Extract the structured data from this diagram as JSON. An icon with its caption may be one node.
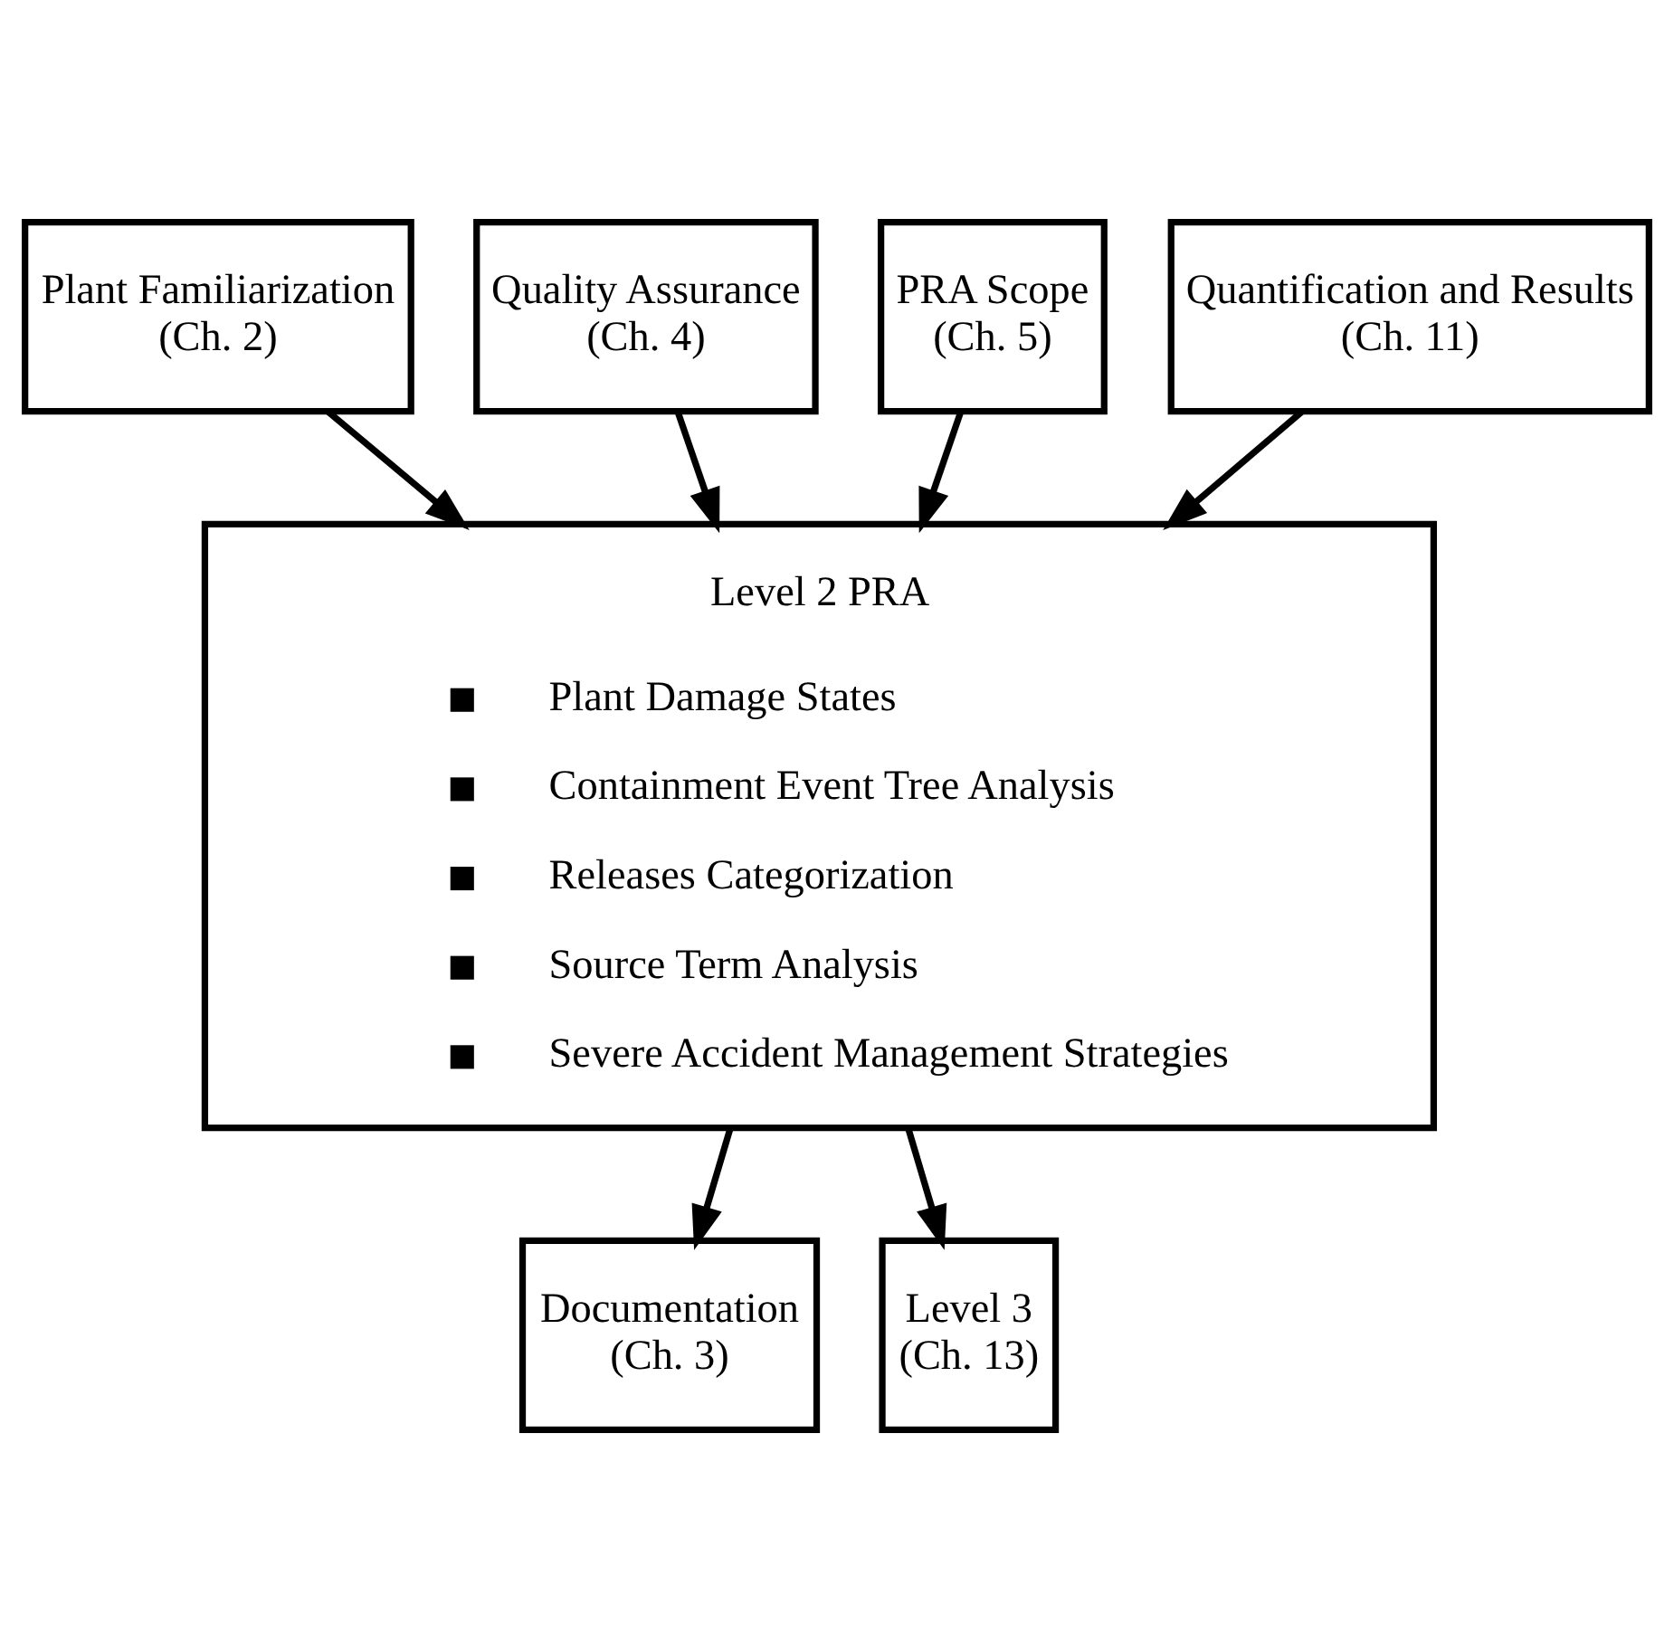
{
  "diagram": {
    "nodes": [
      {
        "text": [
          "Plant Familiarization",
          "(Ch. 2)"
        ]
      },
      {
        "text": [
          "Quality Assurance",
          "(Ch. 4)"
        ]
      },
      {
        "text": [
          "PRA Scope",
          "(Ch. 5)"
        ]
      },
      {
        "text": [
          "Quantification and Results",
          "(Ch. 11)"
        ]
      },
      {
        "text": [
          "Level 2 PRA",
          "Plant Damage States",
          "Containment Event Tree Analysis",
          "Releases Categorization",
          "Source Term Analysis",
          "Severe Accident Management Strategies"
        ]
      },
      {
        "text": [
          "Documentation",
          "(Ch. 3)"
        ]
      },
      {
        "text": [
          "Level 3",
          "(Ch. 13)"
        ]
      }
    ],
    "edges": [
      {
        "from": 0,
        "to": 4,
        "arrow": "to"
      },
      {
        "from": 1,
        "to": 4,
        "arrow": "to"
      },
      {
        "from": 2,
        "to": 4,
        "arrow": "to"
      },
      {
        "from": 3,
        "to": 4,
        "arrow": "to"
      },
      {
        "from": 4,
        "to": 5,
        "arrow": "to"
      },
      {
        "from": 4,
        "to": 6,
        "arrow": "to"
      }
    ]
  }
}
